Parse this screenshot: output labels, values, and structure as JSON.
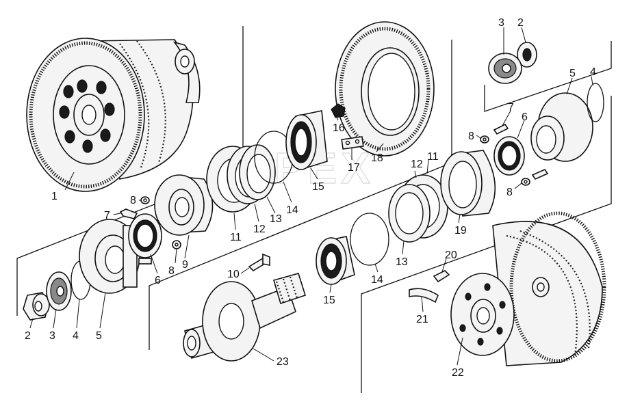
{
  "watermark": "OPEX",
  "labels": {
    "l1": "1",
    "l2a": "2",
    "l2b": "2",
    "l3a": "3",
    "l3b": "3",
    "l4a": "4",
    "l4b": "4",
    "l5a": "5",
    "l5b": "5",
    "l6a": "6",
    "l6b": "6",
    "l7a": "7",
    "l7b": "7",
    "l8a": "8",
    "l8b": "8",
    "l8c": "8",
    "l8d": "8",
    "l9": "9",
    "l10": "10",
    "l11a": "11",
    "l11b": "11",
    "l12a": "12",
    "l12b": "12",
    "l13a": "13",
    "l13b": "13",
    "l14a": "14",
    "l14b": "14",
    "l15a": "15",
    "l15b": "15",
    "l16": "16",
    "l17": "17",
    "l18": "18",
    "l19": "19",
    "l20": "20",
    "l21": "21",
    "l22": "22",
    "l23": "23"
  }
}
